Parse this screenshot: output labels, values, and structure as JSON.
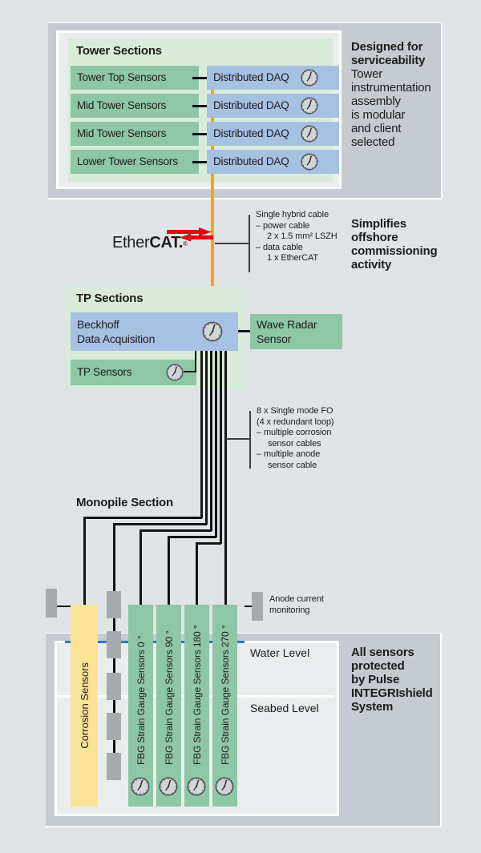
{
  "colors": {
    "background": "#e1e4e6",
    "frame_gray": "#c5cbd0",
    "panel_green": "#d9ebda",
    "box_green": "#8ec7a7",
    "box_blue": "#a7c1e3",
    "corrosion_yellow": "#fbe398",
    "anode_gray": "#a6abb0",
    "cable_orange": "#f7a600",
    "water_blue": "#3178be",
    "cable_black": "#141414",
    "ethercat_red": "#e30613"
  },
  "tower": {
    "title": "Tower Sections",
    "rows": [
      {
        "sensor": "Tower Top Sensors",
        "daq": "Distributed DAQ",
        "clock_icon": "clock-icon"
      },
      {
        "sensor": "Mid Tower Sensors",
        "daq": "Distributed DAQ",
        "clock_icon": "clock-icon"
      },
      {
        "sensor": "Mid Tower Sensors",
        "daq": "Distributed DAQ",
        "clock_icon": "clock-icon"
      },
      {
        "sensor": "Lower Tower Sensors",
        "daq": "Distributed DAQ",
        "clock_icon": "clock-icon"
      }
    ],
    "note_bold": [
      "Designed for",
      "serviceability"
    ],
    "note": [
      "Tower",
      "instrumentation",
      "assembly",
      "is modular",
      "and client",
      "selected"
    ]
  },
  "ethercat": {
    "brand_regular": "Ether",
    "brand_bold": "CAT.",
    "registered": "®"
  },
  "hybrid_callout": {
    "lines": [
      "Single hybrid cable",
      "–  power cable",
      "2 x 1.5 mm² LSZH",
      "–  data cable",
      "1 x EtherCAT"
    ]
  },
  "simplifies_note": [
    "Simplifies",
    "offshore",
    "commissioning",
    "activity"
  ],
  "tp": {
    "title": "TP Sections",
    "daq_line1": "Beckhoff",
    "daq_line2": "Data Acquisition",
    "wave_line1": "Wave Radar",
    "wave_line2": "Sensor",
    "tp_sensors": "TP Sensors"
  },
  "fo_callout": {
    "lines": [
      "8 x Single mode FO",
      "(4 x redundant loop)",
      "–  multiple corrosion",
      "sensor cables",
      "–  multiple anode",
      "sensor cable"
    ]
  },
  "monopile": {
    "title": "Monopile Section",
    "corrosion_label": "Corrosion Sensors",
    "fbg_labels": [
      "FBG Strain Gauge Sensors  0 °",
      "FBG Strain Gauge Sensors  90 °",
      "FBG Strain Gauge Sensors  180 °",
      "FBG Strain Gauge Sensors  270 °"
    ],
    "anode_note": [
      "Anode current",
      "monitoring"
    ]
  },
  "levels": {
    "water": "Water Level",
    "seabed": "Seabed Level"
  },
  "protect_note": [
    "All sensors",
    "protected",
    "by Pulse",
    "INTEGRIshield",
    "System"
  ]
}
